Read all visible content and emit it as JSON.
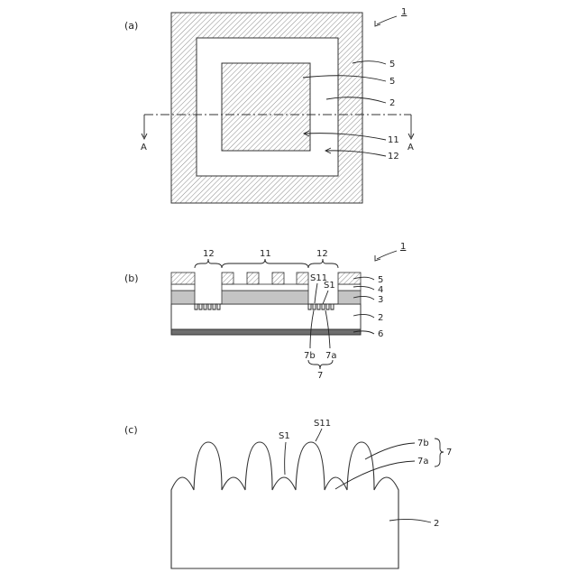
{
  "figure": {
    "panel_a": {
      "label": "(a)",
      "ref": "1",
      "labels": [
        "5",
        "5",
        "2",
        "11",
        "12"
      ],
      "section_left": "A",
      "section_right": "A"
    },
    "panel_b": {
      "label": "(b)",
      "ref": "1",
      "braces": [
        "12",
        "11",
        "12"
      ],
      "labels": [
        "S11",
        "S1",
        "5",
        "4",
        "3",
        "2",
        "6",
        "7b",
        "7a",
        "7"
      ]
    },
    "panel_c": {
      "label": "(c)",
      "labels": [
        "S1",
        "S11",
        "7b",
        "7a",
        "7",
        "2"
      ]
    }
  }
}
